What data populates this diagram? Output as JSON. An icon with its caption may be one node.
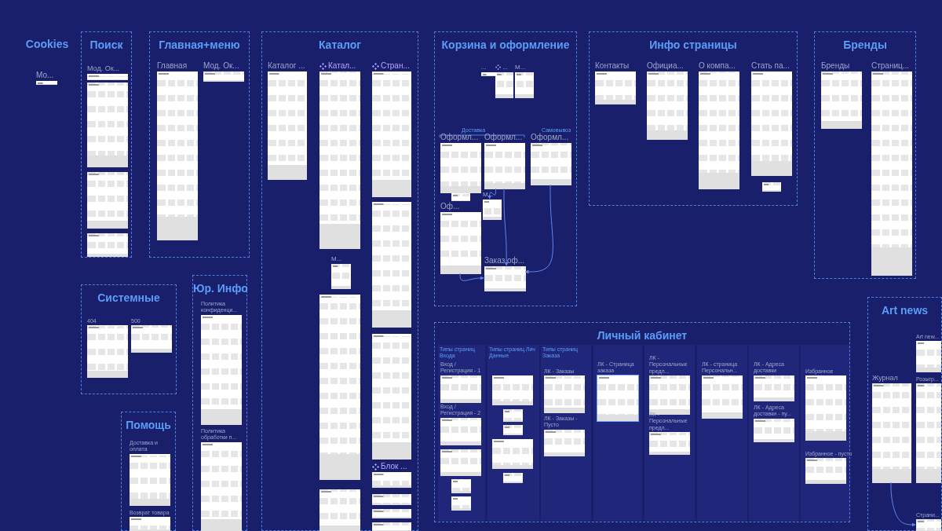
{
  "diagram": {
    "nodes": [
      {
        "text": [
          "Cookies"
        ]
      },
      {
        "text": [
          "Мо..."
        ],
        "in": 0
      },
      {
        "text": [
          "Поиск"
        ]
      },
      {
        "text": [
          "Мод. Ок..."
        ],
        "in": 2
      },
      {
        "text": [],
        "shape": "box",
        "in": 2
      },
      {
        "text": [],
        "shape": "box",
        "in": 2
      },
      {
        "text": [],
        "shape": "box",
        "in": 2
      },
      {
        "text": [
          "Главная+меню"
        ]
      },
      {
        "text": [
          "Главная"
        ],
        "in": 7
      },
      {
        "text": [
          "Мод. Ок..."
        ],
        "in": 7
      },
      {
        "text": [
          "Каталог"
        ]
      },
      {
        "text": [
          "Каталог ..."
        ],
        "in": 10
      },
      {
        "text": [
          "Катал..."
        ],
        "in": 10
      },
      {
        "text": [],
        "shape": "box",
        "in": 10
      },
      {
        "text": [],
        "shape": "box",
        "in": 10
      },
      {
        "text": [
          "М..."
        ],
        "in": 10
      },
      {
        "text": [
          "Стран..."
        ],
        "in": 10
      },
      {
        "text": [],
        "shape": "box",
        "in": 10
      },
      {
        "text": [],
        "shape": "box",
        "in": 10
      },
      {
        "text": [
          "Блок ..."
        ],
        "in": 10
      },
      {
        "text": [],
        "shape": "box",
        "in": 10
      },
      {
        "text": [],
        "shape": "box",
        "in": 10
      },
      {
        "text": [],
        "shape": "box",
        "in": 10
      },
      {
        "text": [
          "Корзина и оформление"
        ]
      },
      {
        "text": [
          "..."
        ],
        "in": 23
      },
      {
        "text": [
          "..."
        ],
        "in": 23
      },
      {
        "text": [
          "М..."
        ],
        "in": 23
      },
      {
        "text": [
          "Оформл..."
        ],
        "in": 23
      },
      {
        "text": [
          "Оформл..."
        ],
        "in": 23
      },
      {
        "text": [
          "Оформл..."
        ],
        "in": 23
      },
      {
        "text": [],
        "shape": "box",
        "in": 23
      },
      {
        "text": [
          "М..."
        ],
        "in": 23
      },
      {
        "text": [
          "Оф..."
        ],
        "in": 23
      },
      {
        "text": [
          "Заказ оф..."
        ],
        "in": 23
      },
      {
        "text": [
          "Инфо страницы"
        ]
      },
      {
        "text": [
          "Контакты"
        ],
        "in": 34
      },
      {
        "text": [
          "Официа..."
        ],
        "in": 34
      },
      {
        "text": [
          "О компа..."
        ],
        "in": 34
      },
      {
        "text": [
          "Стать па..."
        ],
        "in": 34
      },
      {
        "text": [],
        "shape": "box",
        "in": 34
      },
      {
        "text": [
          "Бренды"
        ]
      },
      {
        "text": [
          "Бренды"
        ],
        "in": 40
      },
      {
        "text": [
          "Страниц..."
        ],
        "in": 40
      },
      {
        "text": [
          "Системные"
        ]
      },
      {
        "text": [
          "404"
        ],
        "in": 43
      },
      {
        "text": [
          "500"
        ],
        "in": 43
      },
      {
        "text": [
          "Юр. Инфо"
        ]
      },
      {
        "text": [
          "Политика конфиденци..."
        ],
        "in": 46
      },
      {
        "text": [
          "Политика обработки п..."
        ],
        "in": 46
      },
      {
        "text": [
          "Помощь"
        ]
      },
      {
        "text": [
          "Доставка и оплата"
        ],
        "in": 49
      },
      {
        "text": [
          "Возврат товара"
        ],
        "in": 49
      },
      {
        "text": [
          "Личный кабинет"
        ]
      },
      {
        "text": [
          "Вход / Регистрация - 1"
        ],
        "in": 52
      },
      {
        "text": [
          "Вход / Регистрация - 2"
        ],
        "in": 52
      },
      {
        "text": [],
        "shape": "box",
        "in": 52
      },
      {
        "text": [],
        "shape": "box",
        "in": 52
      },
      {
        "text": [],
        "shape": "box",
        "in": 52
      },
      {
        "text": [],
        "shape": "box",
        "in": 52
      },
      {
        "text": [],
        "shape": "box",
        "in": 52
      },
      {
        "text": [],
        "shape": "box",
        "in": 52
      },
      {
        "text": [],
        "shape": "box",
        "in": 52
      },
      {
        "text": [],
        "shape": "box",
        "in": 52
      },
      {
        "text": [
          "ЛК - Заказы"
        ],
        "in": 52
      },
      {
        "text": [
          "ЛК - Заказы - Пусто"
        ],
        "in": 52
      },
      {
        "text": [
          "ЛК - Страница заказа"
        ],
        "in": 52
      },
      {
        "text": [
          "ЛК - Персональные предл..."
        ],
        "in": 52
      },
      {
        "text": [
          "ЛК - Персональные предл..."
        ],
        "in": 52
      },
      {
        "text": [
          "ЛК - страница Персональн..."
        ],
        "in": 52
      },
      {
        "text": [
          "ЛК - Адреса доставки"
        ],
        "in": 52
      },
      {
        "text": [
          "ЛК - Адреса доставки - пу..."
        ],
        "in": 52
      },
      {
        "text": [
          "Избранное"
        ],
        "in": 52
      },
      {
        "text": [
          "Избранное - пусто"
        ],
        "in": 52
      },
      {
        "text": [
          "Art news"
        ]
      },
      {
        "text": [
          "Art new..."
        ],
        "in": 73
      },
      {
        "text": [
          "Журнал"
        ],
        "in": 73
      },
      {
        "text": [
          "Розыгр..."
        ],
        "in": 73
      },
      {
        "text": [
          "Страни..."
        ],
        "in": 73
      }
    ],
    "edges": [
      {
        "from": 28,
        "to": 33,
        "arrow": "to"
      },
      {
        "from": 28,
        "to": 31,
        "arrow": "to"
      },
      {
        "from": 29,
        "to": 33,
        "arrow": "to"
      },
      {
        "from": 32,
        "to": 33,
        "arrow": "to"
      },
      {
        "from": 75,
        "to": 77,
        "arrow": "to"
      }
    ],
    "labels": [
      "Доставка",
      "Самовывоз",
      "Типы страниц Входа",
      "Типы страниц Лич Данные",
      "Типы страниц Заказа"
    ]
  }
}
